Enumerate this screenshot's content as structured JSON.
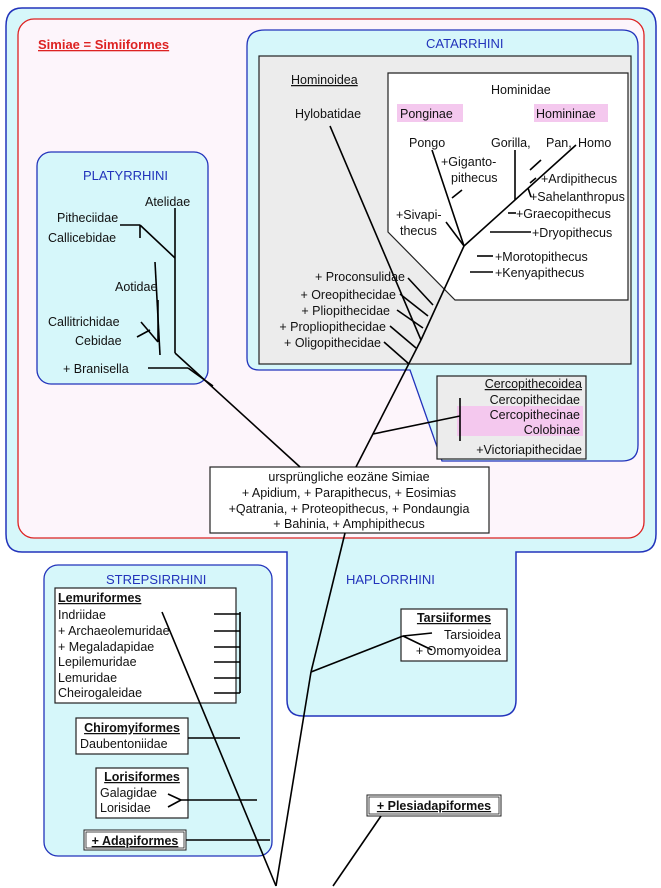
{
  "simiae_title": "Simiae = Simiiformes",
  "catarrhini": "CATARRHINI",
  "platyrrhini": "PLATYRRHINI",
  "strepsirrhini": "STREPSIRRHINI",
  "haplorrhini": "HAPLORRHINI",
  "hominoidea": {
    "title": "Hominoidea",
    "hylobatidae": "Hylobatidae",
    "fossils": [
      "+ Proconsulidae",
      "+ Oreopithecidae",
      "+ Pliopithecidae",
      "+ Propliopithecidae",
      "+ Oligopithecidae"
    ]
  },
  "hominidae": {
    "title": "Hominidae",
    "ponginae": "Ponginae",
    "homininae": "Homininae",
    "pongo": "Pongo",
    "giganto1": "+Giganto-",
    "giganto2": "pithecus",
    "sivapi1": "+Sivapi-",
    "sivapi2": "thecus",
    "gorilla": "Gorilla,",
    "pan": "Pan,",
    "homo": "Homo",
    "ardipithecus": "+Ardipithecus",
    "sahelanthropus": "+Sahelanthropus",
    "graecopithecus": "+Graecopithecus",
    "dryopithecus": "+Dryopithecus",
    "morotopithecus": "+Morotopithecus",
    "kenyapithecus": "+Kenyapithecus"
  },
  "cercopithecoidea": {
    "title": "Cercopithecoidea",
    "items": [
      "Cercopithecidae",
      "Cercopithecinae",
      "Colobinae",
      "+Victoriapithecidae"
    ]
  },
  "platyrrhini_taxa": {
    "atelidae": "Atelidae",
    "pitheciidae": "Pitheciidae",
    "callicebidae": "Callicebidae",
    "aotidae": "Aotidae",
    "callitrichidae": "Callitrichidae",
    "cebidae": "Cebidae",
    "branisella": "+ Branisella"
  },
  "eocene": {
    "lines": [
      "ursprüngliche eozäne Simiae",
      "+ Apidium, + Parapithecus, + Eosimias",
      "+Qatrania, + Proteopithecus, + Pondaungia",
      "+ Bahinia, + Amphipithecus"
    ]
  },
  "tarsiiformes": {
    "title": "Tarsiiformes",
    "items": [
      "Tarsioidea",
      "+ Omomyoidea"
    ]
  },
  "lemuriformes": {
    "title": "Lemuriformes",
    "items": [
      "Indriidae",
      "+ Archaeolemuridae",
      "+ Megaladapidae",
      "Lepilemuridae",
      "Lemuridae",
      "Cheirogaleidae"
    ]
  },
  "chiromyiformes": {
    "title": "Chiromyiformes",
    "item": "Daubentoniidae"
  },
  "lorisiformes": {
    "title": "Lorisiformes",
    "items": [
      "Galagidae",
      "Lorisidae"
    ]
  },
  "adapiformes": "+ Adapiformes",
  "plesiadapiformes": "+ Plesiadapiformes",
  "colors": {
    "region_fill": "#d6f7fa",
    "region_stroke": "#2233bb",
    "simiae_stroke": "#dd2222",
    "simiae_fill": "#fdf5fb",
    "highlight": "#f4c8ee",
    "box_grey": "#ececec"
  }
}
